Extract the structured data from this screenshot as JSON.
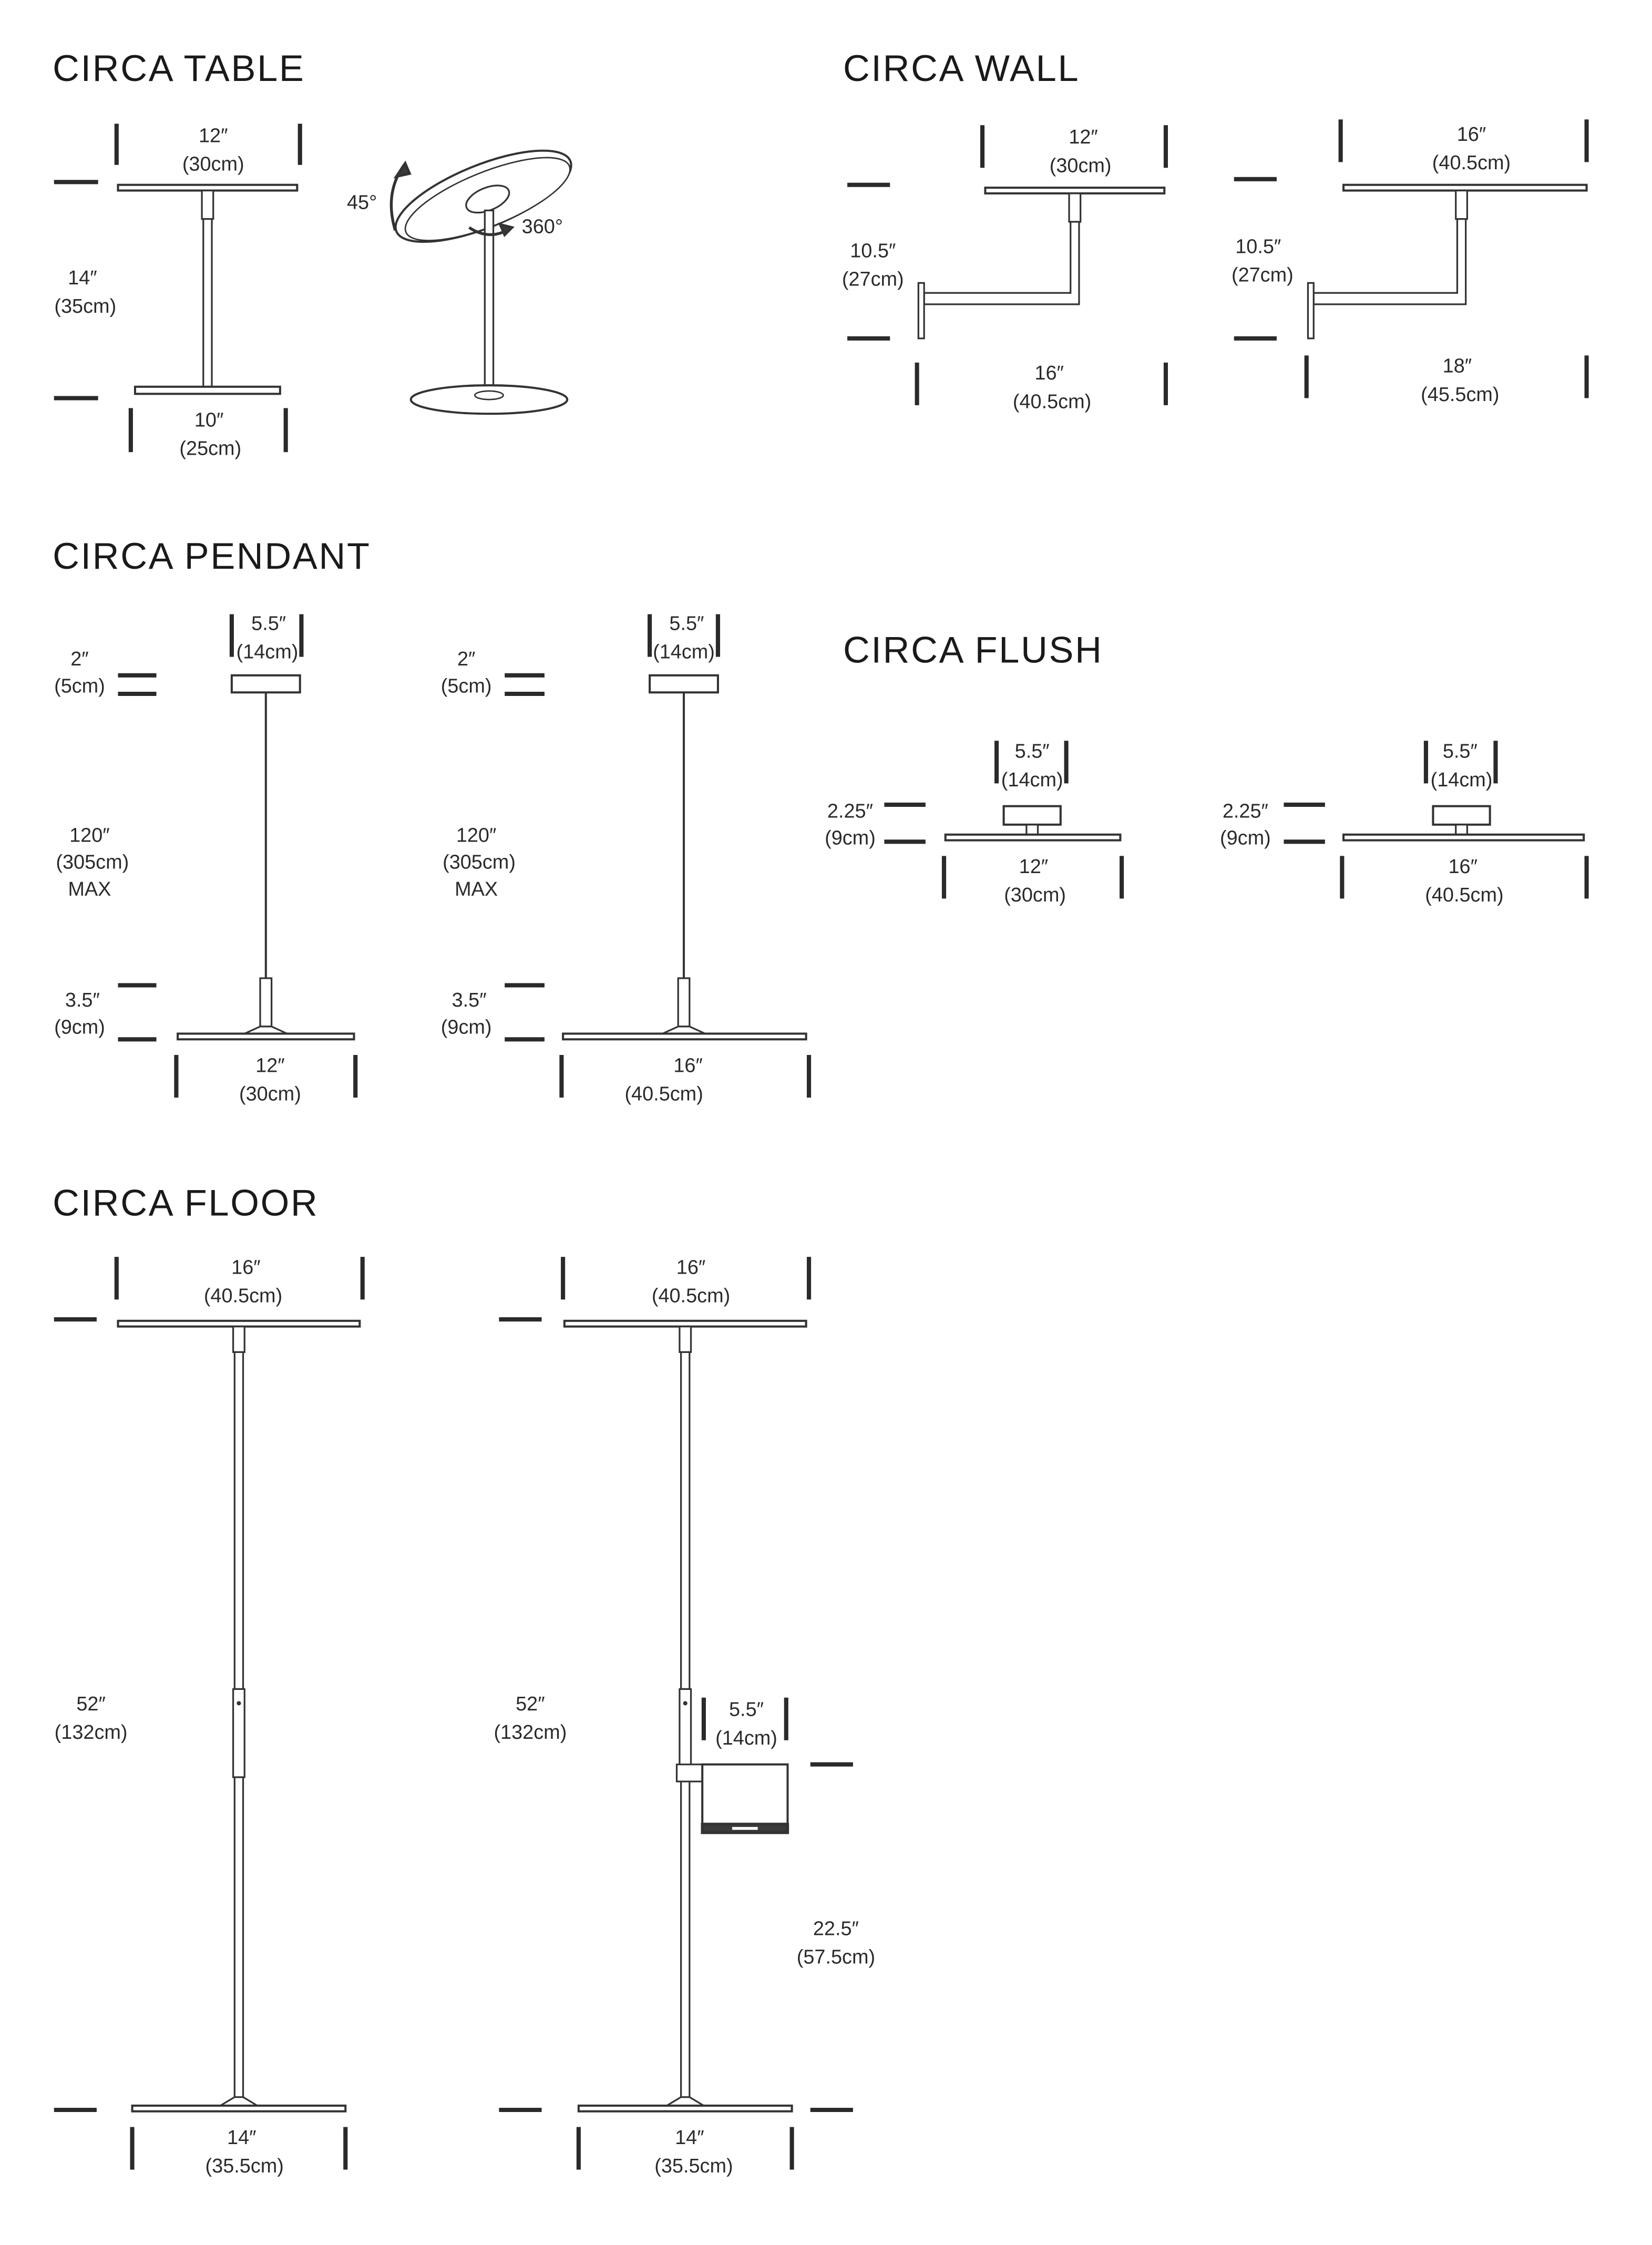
{
  "sections": {
    "table": {
      "title": "CIRCA TABLE",
      "shade_in": "12″",
      "shade_cm": "(30cm)",
      "height_in": "14″",
      "height_cm": "(35cm)",
      "base_in": "10″",
      "base_cm": "(25cm)",
      "tilt": "45°",
      "rotate": "360°"
    },
    "wall": {
      "title": "CIRCA WALL",
      "v1": {
        "shade_in": "12″",
        "shade_cm": "(30cm)",
        "height_in": "10.5″",
        "height_cm": "(27cm)",
        "arm_in": "16″",
        "arm_cm": "(40.5cm)"
      },
      "v2": {
        "shade_in": "16″",
        "shade_cm": "(40.5cm)",
        "height_in": "10.5″",
        "height_cm": "(27cm)",
        "arm_in": "18″",
        "arm_cm": "(45.5cm)"
      }
    },
    "pendant": {
      "title": "CIRCA PENDANT",
      "v1": {
        "canopy_in": "5.5″",
        "canopy_cm": "(14cm)",
        "canopy_h_in": "2″",
        "canopy_h_cm": "(5cm)",
        "cord_in": "120″",
        "cord_cm": "(305cm)",
        "cord_note": "MAX",
        "head_in": "3.5″",
        "head_cm": "(9cm)",
        "shade_in": "12″",
        "shade_cm": "(30cm)"
      },
      "v2": {
        "canopy_in": "5.5″",
        "canopy_cm": "(14cm)",
        "canopy_h_in": "2″",
        "canopy_h_cm": "(5cm)",
        "cord_in": "120″",
        "cord_cm": "(305cm)",
        "cord_note": "MAX",
        "head_in": "3.5″",
        "head_cm": "(9cm)",
        "shade_in": "16″",
        "shade_cm": "(40.5cm)"
      }
    },
    "flush": {
      "title": "CIRCA FLUSH",
      "v1": {
        "canopy_in": "5.5″",
        "canopy_cm": "(14cm)",
        "height_in": "2.25″",
        "height_cm": "(9cm)",
        "shade_in": "12″",
        "shade_cm": "(30cm)"
      },
      "v2": {
        "canopy_in": "5.5″",
        "canopy_cm": "(14cm)",
        "height_in": "2.25″",
        "height_cm": "(9cm)",
        "shade_in": "16″",
        "shade_cm": "(40.5cm)"
      }
    },
    "floor": {
      "title": "CIRCA FLOOR",
      "v1": {
        "shade_in": "16″",
        "shade_cm": "(40.5cm)",
        "height_in": "52″",
        "height_cm": "(132cm)",
        "base_in": "14″",
        "base_cm": "(35.5cm)"
      },
      "v2": {
        "shade_in": "16″",
        "shade_cm": "(40.5cm)",
        "height_in": "52″",
        "height_cm": "(132cm)",
        "base_in": "14″",
        "base_cm": "(35.5cm)",
        "tray_in": "5.5″",
        "tray_cm": "(14cm)",
        "tray_h_in": "22.5″",
        "tray_h_cm": "(57.5cm)"
      }
    }
  },
  "colors": {
    "ink": "#333333",
    "background": "#ffffff"
  }
}
